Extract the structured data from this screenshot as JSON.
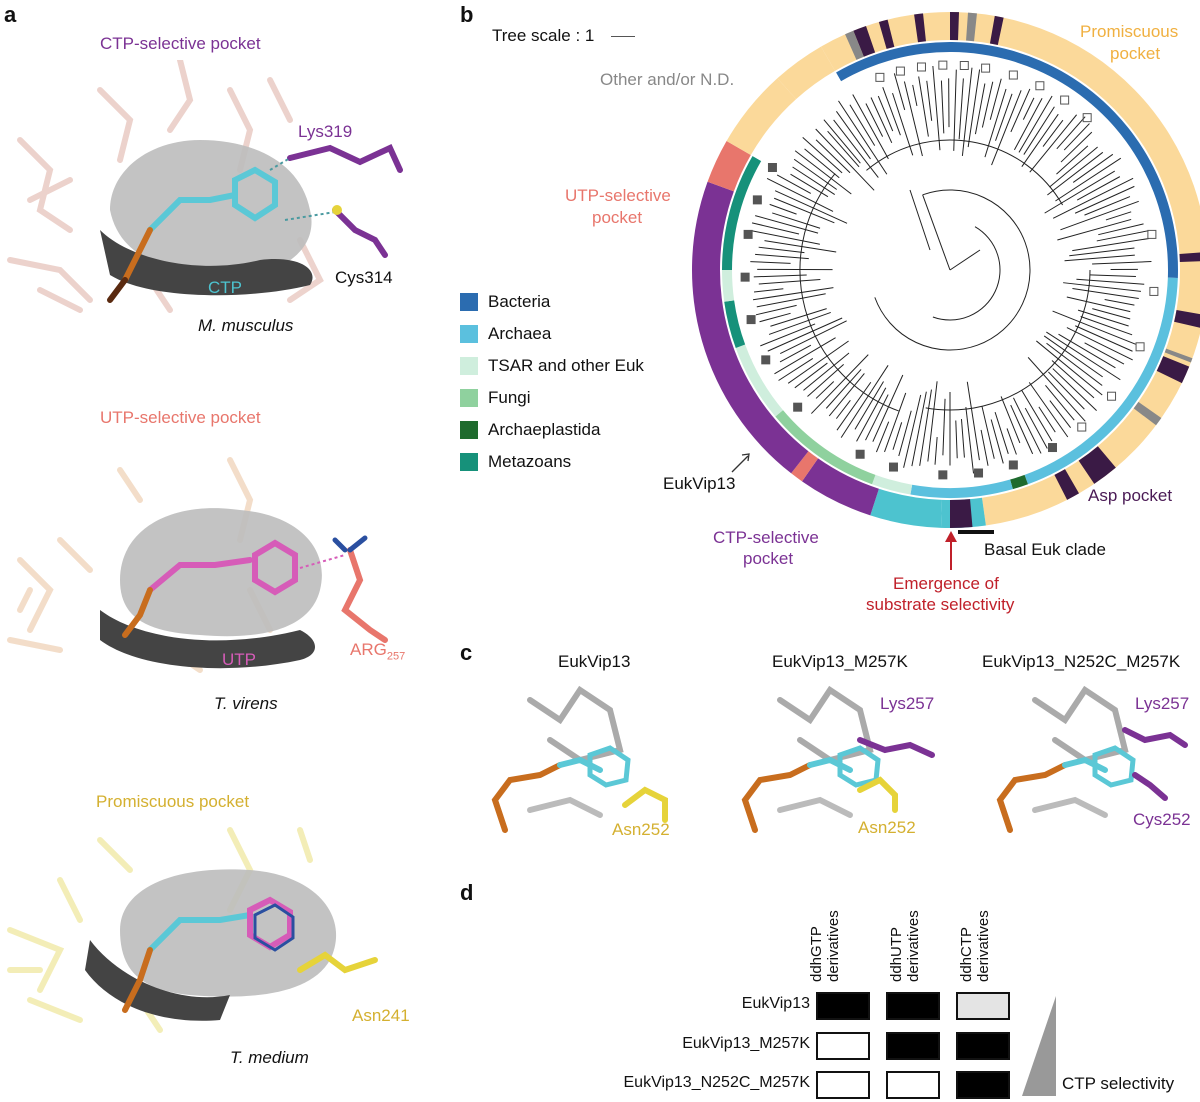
{
  "panels": {
    "a": "a",
    "b": "b",
    "c": "c",
    "d": "d"
  },
  "colors": {
    "ctp": "#7b3294",
    "utp": "#e8766c",
    "prom": "#d4b030",
    "cyan": "#4dc3cf",
    "bacteria": "#2b6cb0",
    "archaea": "#5bc0de",
    "tsar": "#cfeedd",
    "fungi": "#8fd19e",
    "archaeplastida": "#1f6b2e",
    "metazoans": "#16917a",
    "promBand": "#fbd99a",
    "cyanBand": "#5fbfd8"
  },
  "panel_a": {
    "mouse": {
      "title": "CTP-selective pocket",
      "res1": "Lys319",
      "res2": "Cys314",
      "lig": "CTP",
      "species": "M. musculus"
    },
    "virens": {
      "title": "UTP-selective pocket",
      "res1": "ARG",
      "res1_sub": "257",
      "lig": "UTP",
      "species": "T. virens"
    },
    "medium": {
      "title": "Promiscuous pocket",
      "res1": "Asn241",
      "species": "T. medium"
    }
  },
  "panel_b": {
    "tree_scale": "Tree scale : 1",
    "labels": {
      "other": "Other and/or N.D.",
      "prom1": "Promiscuous",
      "prom2": "pocket",
      "utp1": "UTP-selective",
      "utp2": "pocket",
      "ctp1": "CTP-selective",
      "ctp2": "pocket",
      "asp": "Asp pocket",
      "basal": "Basal Euk clade",
      "emerg1": "Emergence of",
      "emerg2": "substrate selectivity",
      "eukvip": "EukVip13"
    },
    "legend": [
      {
        "label": "Bacteria",
        "color": "#2b6cb0"
      },
      {
        "label": "Archaea",
        "color": "#5bc0de"
      },
      {
        "label": "TSAR and other Euk",
        "color": "#cfeedd"
      },
      {
        "label": "Fungi",
        "color": "#8fd19e"
      },
      {
        "label": "Archaeplastida",
        "color": "#1f6b2e"
      },
      {
        "label": "Metazoans",
        "color": "#16917a"
      }
    ]
  },
  "panel_c": {
    "wt": {
      "title": "EukVip13",
      "res": "Asn252"
    },
    "m1": {
      "title": "EukVip13_M257K",
      "res1": "Lys257",
      "res2": "Asn252"
    },
    "m2": {
      "title": "EukVip13_N252C_M257K",
      "res1": "Lys257",
      "res2": "Cys252"
    }
  },
  "panel_d": {
    "columns": [
      {
        "l1": "ddhGTP",
        "l2": "derivatives"
      },
      {
        "l1": "ddhUTP",
        "l2": "derivatives"
      },
      {
        "l1": "ddhCTP",
        "l2": "derivatives"
      }
    ],
    "rows": [
      {
        "label": "EukVip13",
        "cells": [
          "black",
          "black",
          "light"
        ]
      },
      {
        "label": "EukVip13_M257K",
        "cells": [
          "white",
          "black",
          "black"
        ]
      },
      {
        "label": "EukVip13_N252C_M257K",
        "cells": [
          "white",
          "white",
          "black"
        ]
      }
    ],
    "axis_label": "CTP selectivity"
  }
}
